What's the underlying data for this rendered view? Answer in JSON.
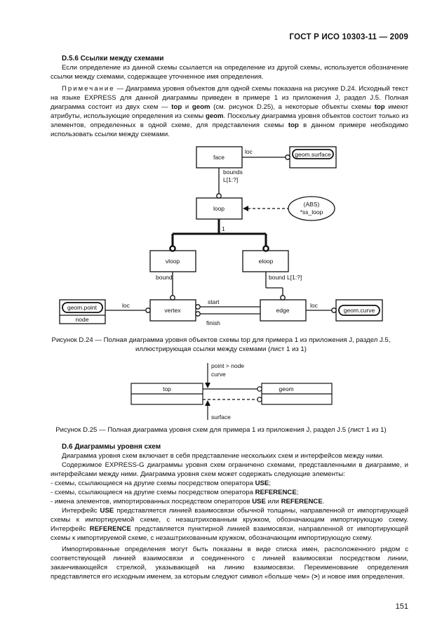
{
  "header": "ГОСТ Р ИСО 10303-11 — 2009",
  "section_d56": {
    "title": "D.5.6 Ссылки между схемами",
    "p1": "Если определение из данной схемы ссылается на определение из другой схемы, используется обозначение ссылки между схемами, содержащее уточненное имя определения.",
    "note_label": "Примечание",
    "note_parts": [
      " — Диаграмма уровня объектов для одной схемы показана на рисунке D.24. Исходный текст на языке EXPRESS для данной диаграммы приведен в примере 1 из приложения J, раздел J.5. Полная диаграмма состоит из двух схем — ",
      "top",
      " и ",
      "geom",
      " (см. рисунок D.25), а некоторые объекты схемы ",
      "top",
      " имеют атрибуты, использующие определения из схемы ",
      "geom",
      ". Поскольку диаграмма уровня объектов состоит только из элементов, определенных в одной схеме, для представления схемы ",
      "top",
      " в данном примере необходимо использовать ссылки между схемами."
    ]
  },
  "fig24": {
    "boxes": {
      "face": "face",
      "loop": "loop",
      "vloop": "vloop",
      "eloop": "eloop",
      "vertex": "vertex",
      "edge": "edge"
    },
    "refs": {
      "geom_surface": "geom.surface",
      "geom_point": "geom.point",
      "node": "node",
      "geom_curve": "geom.curve",
      "abs": "(ABS)",
      "ss_loop": "*ss_loop"
    },
    "labels": {
      "loc_face": "loc",
      "bounds": "bounds",
      "bounds_card": "L[1:?]",
      "one": "1",
      "bound": "bound",
      "bound_list": "bound L[1:?]",
      "loc_vertex": "loc",
      "start": "start",
      "finish": "finish",
      "loc_edge": "loc"
    },
    "caption_line1": "Рисунок D.24 — Полная диаграмма уровня объектов схемы top для примера 1 из приложения J, раздел J.5,",
    "caption_line2": "иллюстрирующая ссылки между схемами (лист 1 из 1)"
  },
  "fig25": {
    "top": "top",
    "geom": "geom",
    "point_node": "point > node",
    "curve": "curve",
    "surface": "surface",
    "caption": "Рисунок D.25 — Полная диаграмма уровня схем для примера 1 из приложения J, раздел J.5 (лист 1 из 1)"
  },
  "section_d6": {
    "title": "D.6 Диаграммы уровня схем",
    "p1": "Диаграмма уровня схем включает в себя представление нескольких схем и интерфейсов между ними.",
    "p2": "Содержимое EXPRESS-G диаграммы уровня схем ограничено схемами, представленными в диаграмме, и интерфейсами между ними. Диаграмма уровня схем может содержать следующие элементы:",
    "items": [
      [
        "- схемы, ссылающиеся на другие схемы посредством оператора ",
        "USE",
        ";"
      ],
      [
        "- схемы, ссылающиеся на другие схемы посредством оператора ",
        "REFERENCE",
        ";"
      ],
      [
        "- имена элементов, импортированных посредством операторов ",
        "USE",
        " или ",
        "REFERENCE",
        "."
      ]
    ],
    "p3": [
      "Интерфейс ",
      "USE",
      " представляется линией взаимосвязи обычной толщины, направленной от импортирующей схемы к импортируемой схеме, с незаштрихованным кружком, обозначающим импортирующую схему. Интерфейс ",
      "REFERENCE",
      " представляется пунктирной линией взаимосвязи, направленной от импортирующей схемы к импортируемой схеме, с незаштрихованным кружком, обозначающим импортирующую схему."
    ],
    "p4": [
      "Импортированные определения могут быть показаны в виде списка имен, расположенного рядом с соответствующей линией взаимосвязи и соединенного с линией взаимосвязи посредством линии, заканчивающейся стрелкой, указывающей на линию взаимосвязи. Переименование определения представляется его исходным именем, за которым следуют символ «больше чем» (",
      ">",
      ") и новое имя определения."
    ]
  },
  "page_number": "151"
}
